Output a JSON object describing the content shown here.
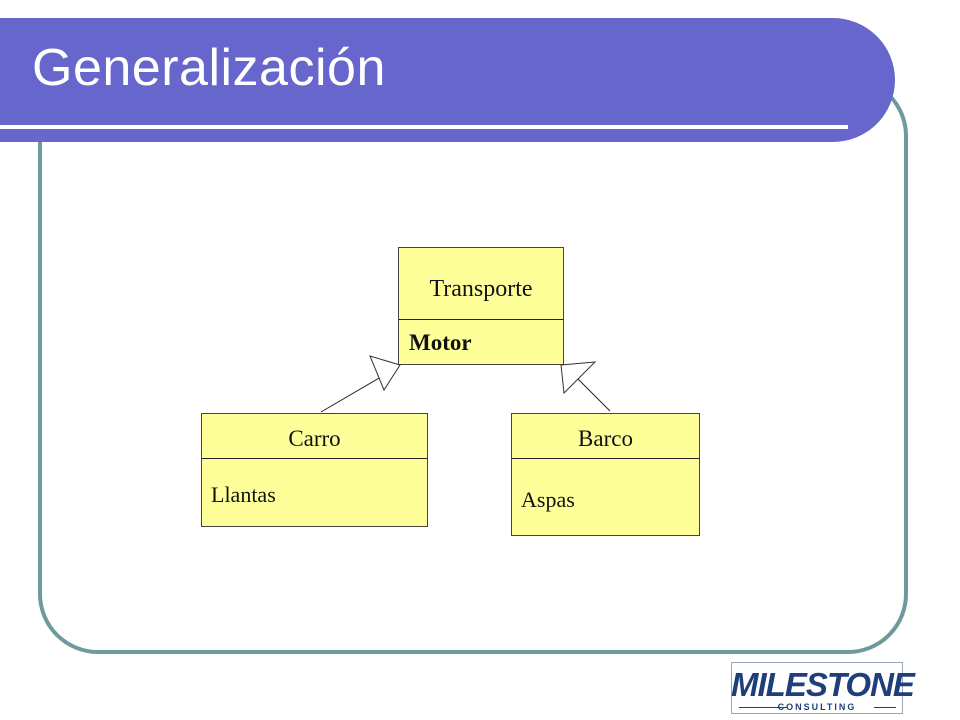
{
  "slide": {
    "title": "Generalización"
  },
  "diagram": {
    "parent": {
      "name": "Transporte",
      "attribute": "Motor"
    },
    "children": [
      {
        "name": "Carro",
        "attribute": "Llantas"
      },
      {
        "name": "Barco",
        "attribute": "Aspas"
      }
    ],
    "relationship": "generalization"
  },
  "logo": {
    "word": "MILESTONE",
    "sub": "CONSULTING"
  },
  "colors": {
    "title_bar": "#6666cc",
    "frame": "#6f9a9d",
    "class_fill": "#ffff99",
    "logo_text": "#1f3f7a"
  }
}
